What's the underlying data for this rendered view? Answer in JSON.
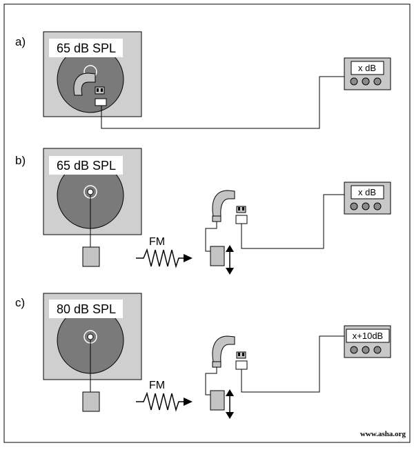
{
  "footer": {
    "credit": "www.asha.org"
  },
  "panels": [
    {
      "label": "a)",
      "spl": "65 dB SPL",
      "meter": "x dB"
    },
    {
      "label": "b)",
      "spl": "65 dB SPL",
      "meter": "x dB",
      "fm": "FM"
    },
    {
      "label": "c)",
      "spl": "80 dB SPL",
      "meter": "x+10dB",
      "fm": "FM"
    }
  ],
  "colors": {
    "box_fill": "#cfcfcf",
    "speaker_fill": "#7a7a7a",
    "component_fill": "#c4c4c4",
    "meter_fill": "#c8c8c8",
    "button_fill": "#8a8a8a",
    "line": "#000000"
  }
}
